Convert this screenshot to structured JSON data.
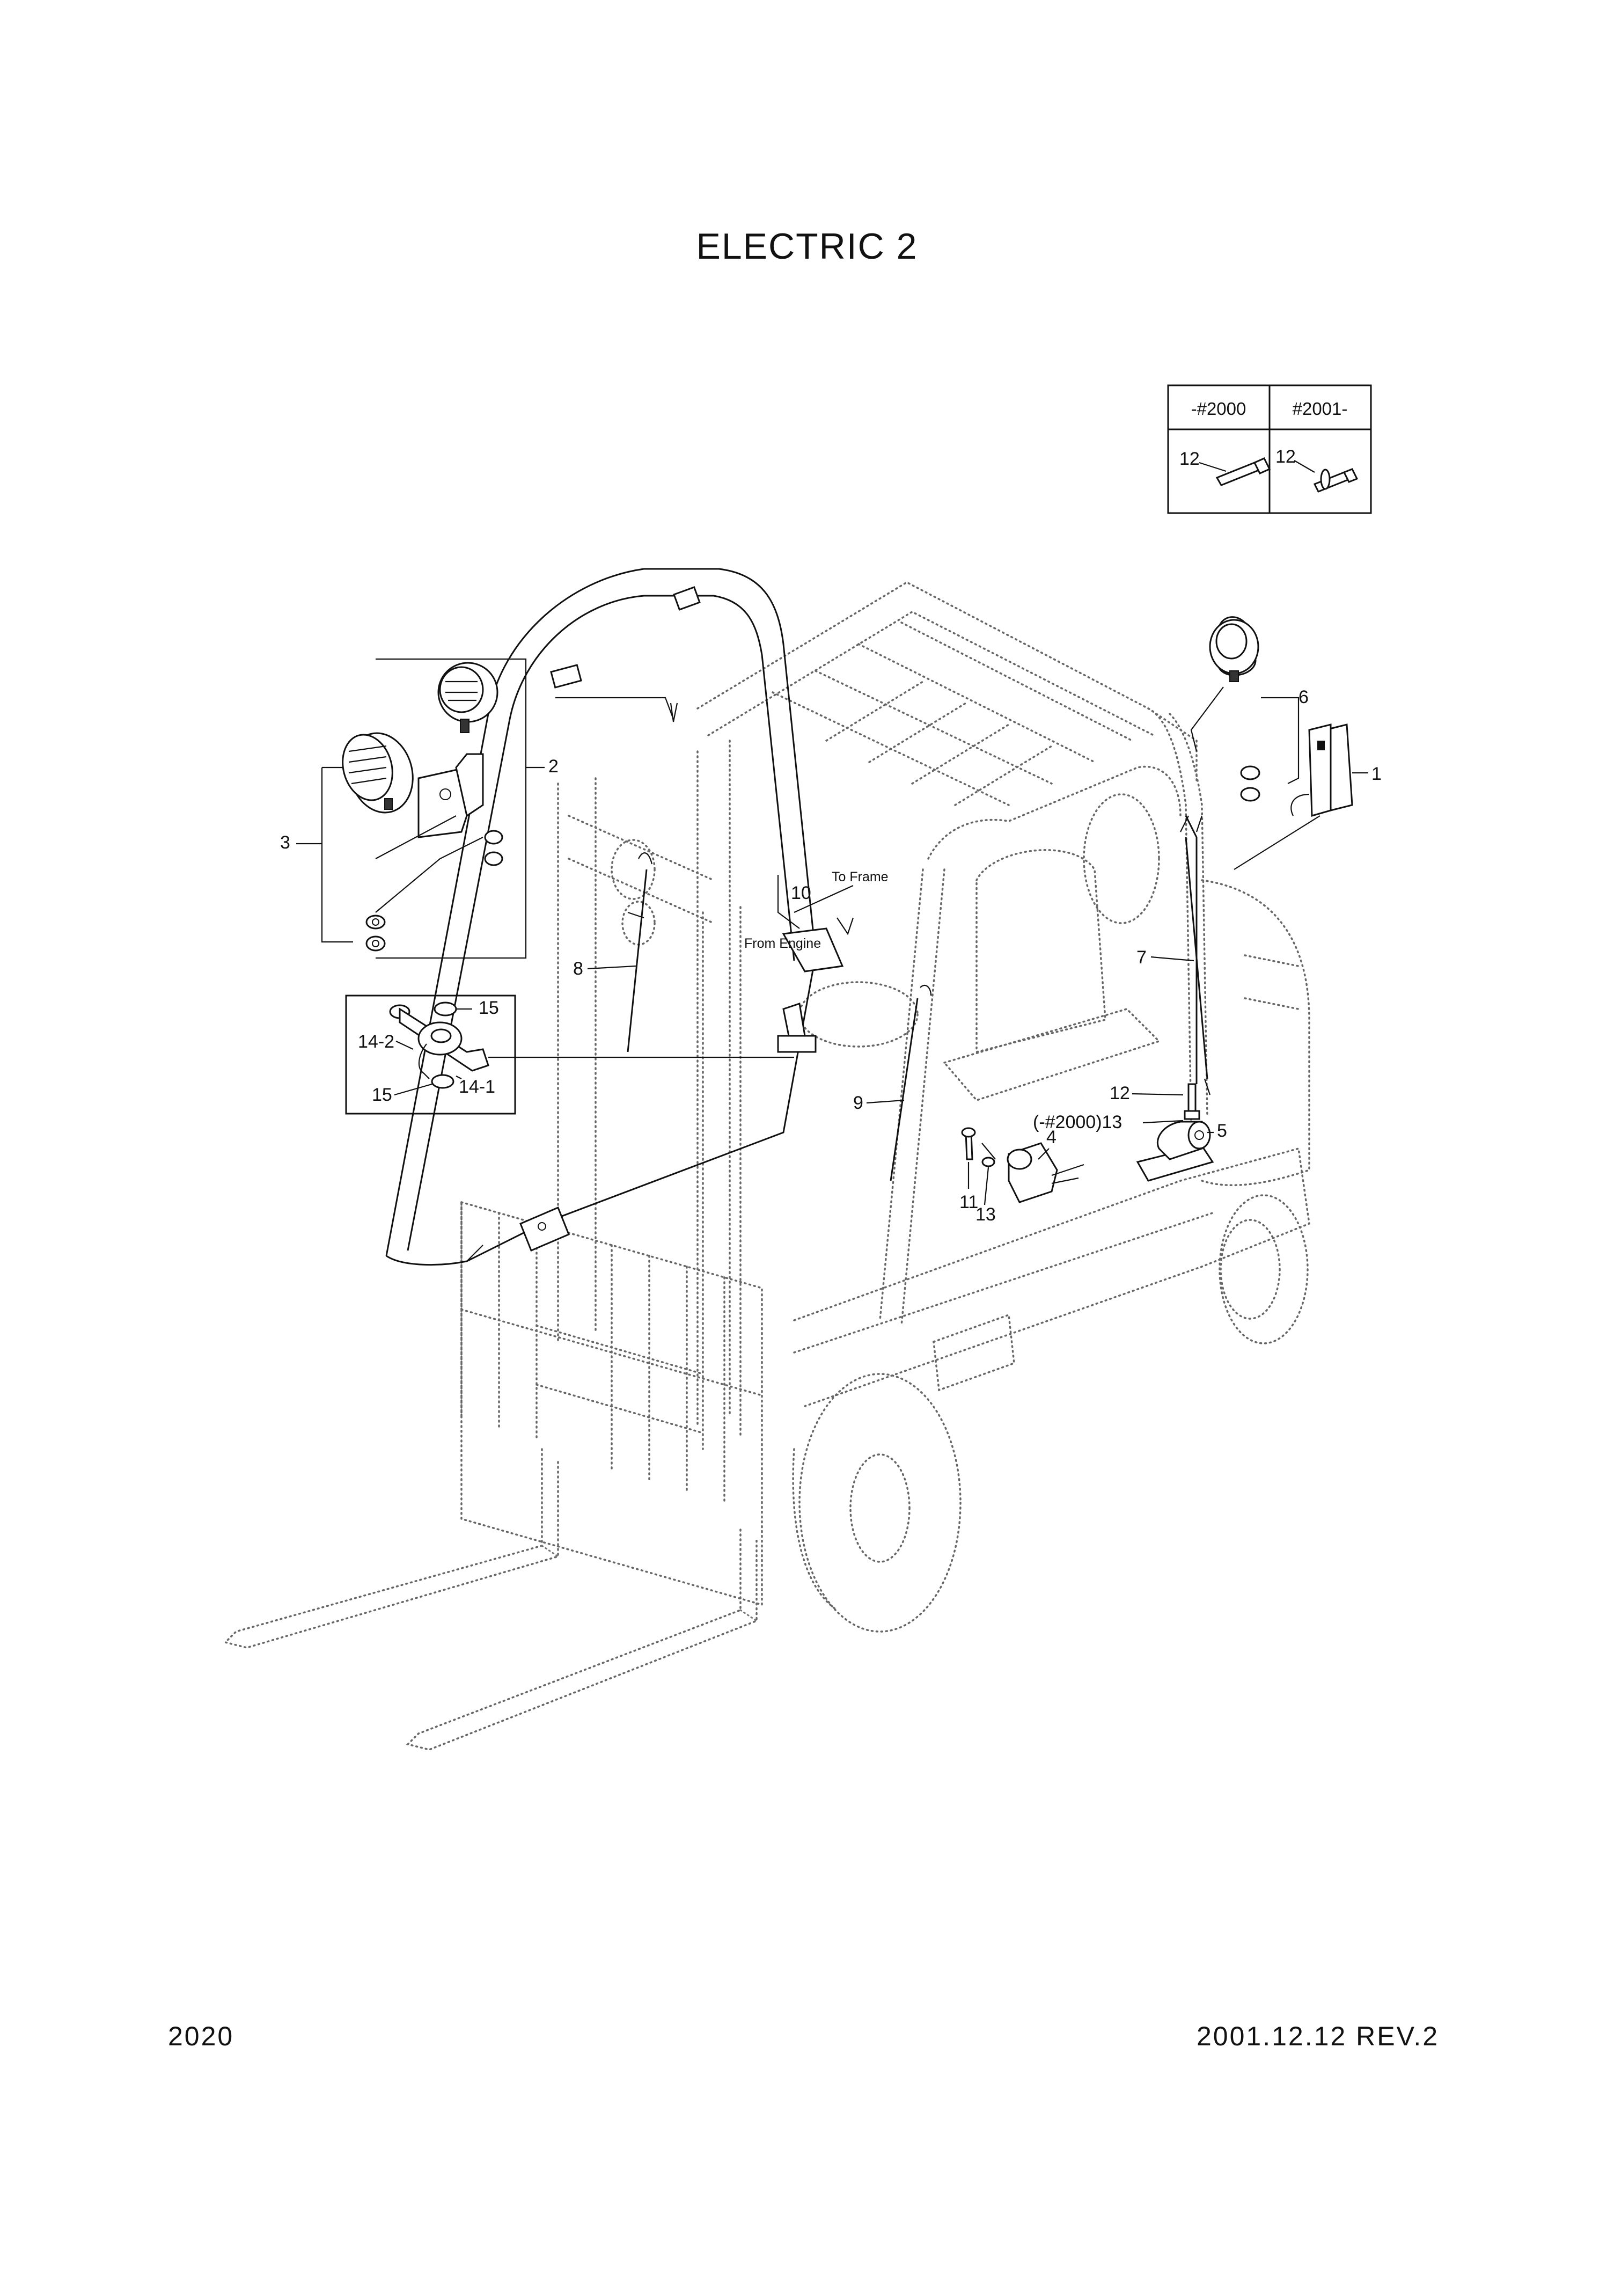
{
  "title": "ELECTRIC 2",
  "footer": {
    "page_number": "2020",
    "revision": "2001.12.12 REV.2"
  },
  "inset_table": {
    "headers": [
      "-#2000",
      "#2001-"
    ],
    "part_labels": [
      "12",
      "12"
    ]
  },
  "labels": {
    "p1": "1",
    "p2": "2",
    "p3": "3",
    "p4": "4",
    "p5": "5",
    "p6": "6",
    "p7": "7",
    "p8": "8",
    "p9": "9",
    "p10": "10",
    "p11": "11",
    "p12": "12",
    "p13a": "(-#2000)13",
    "p13b": "13",
    "p14_1": "14-1",
    "p14_2": "14-2",
    "p15a": "15",
    "p15b": "15",
    "to_frame": "To Frame",
    "from_engine": "From Engine"
  }
}
